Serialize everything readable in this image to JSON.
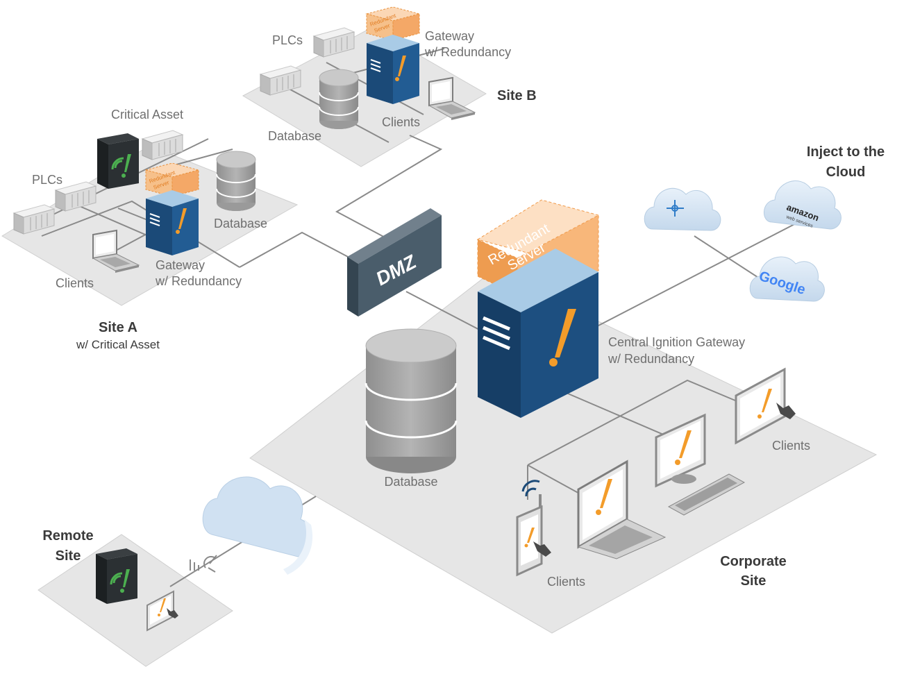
{
  "site_a": {
    "title": "Site A",
    "subtitle": "w/ Critical Asset",
    "critical_asset": "Critical Asset",
    "plcs": "PLCs",
    "database": "Database",
    "clients": "Clients",
    "gateway_1": "Gateway",
    "gateway_2": "w/ Redundancy",
    "redundant_1": "Redundant",
    "redundant_2": "Server"
  },
  "site_b": {
    "title": "Site B",
    "plcs": "PLCs",
    "database": "Database",
    "clients": "Clients",
    "gateway_1": "Gateway",
    "gateway_2": "w/ Redundancy",
    "redundant_1": "Redundant",
    "redundant_2": "Server"
  },
  "dmz": {
    "label": "DMZ"
  },
  "central": {
    "redundant_1": "Redundant",
    "redundant_2": "Server",
    "gateway_1": "Central Ignition Gateway",
    "gateway_2": "w/ Redundancy",
    "database": "Database"
  },
  "cloud": {
    "title_1": "Inject to the",
    "title_2": "Cloud",
    "amazon": "amazon",
    "amazon_sub": "web services",
    "google": "Google"
  },
  "corporate": {
    "title_1": "Corporate",
    "title_2": "Site",
    "clients_right": "Clients",
    "clients_bottom": "Clients"
  },
  "remote": {
    "title_1": "Remote",
    "title_2": "Site"
  },
  "colors": {
    "server_blue": "#1b4a78",
    "server_top": "#a9cbe6",
    "redundant_orange": "#f4a867",
    "accent": "#f39c2a",
    "platform": "#e6e6e6"
  }
}
